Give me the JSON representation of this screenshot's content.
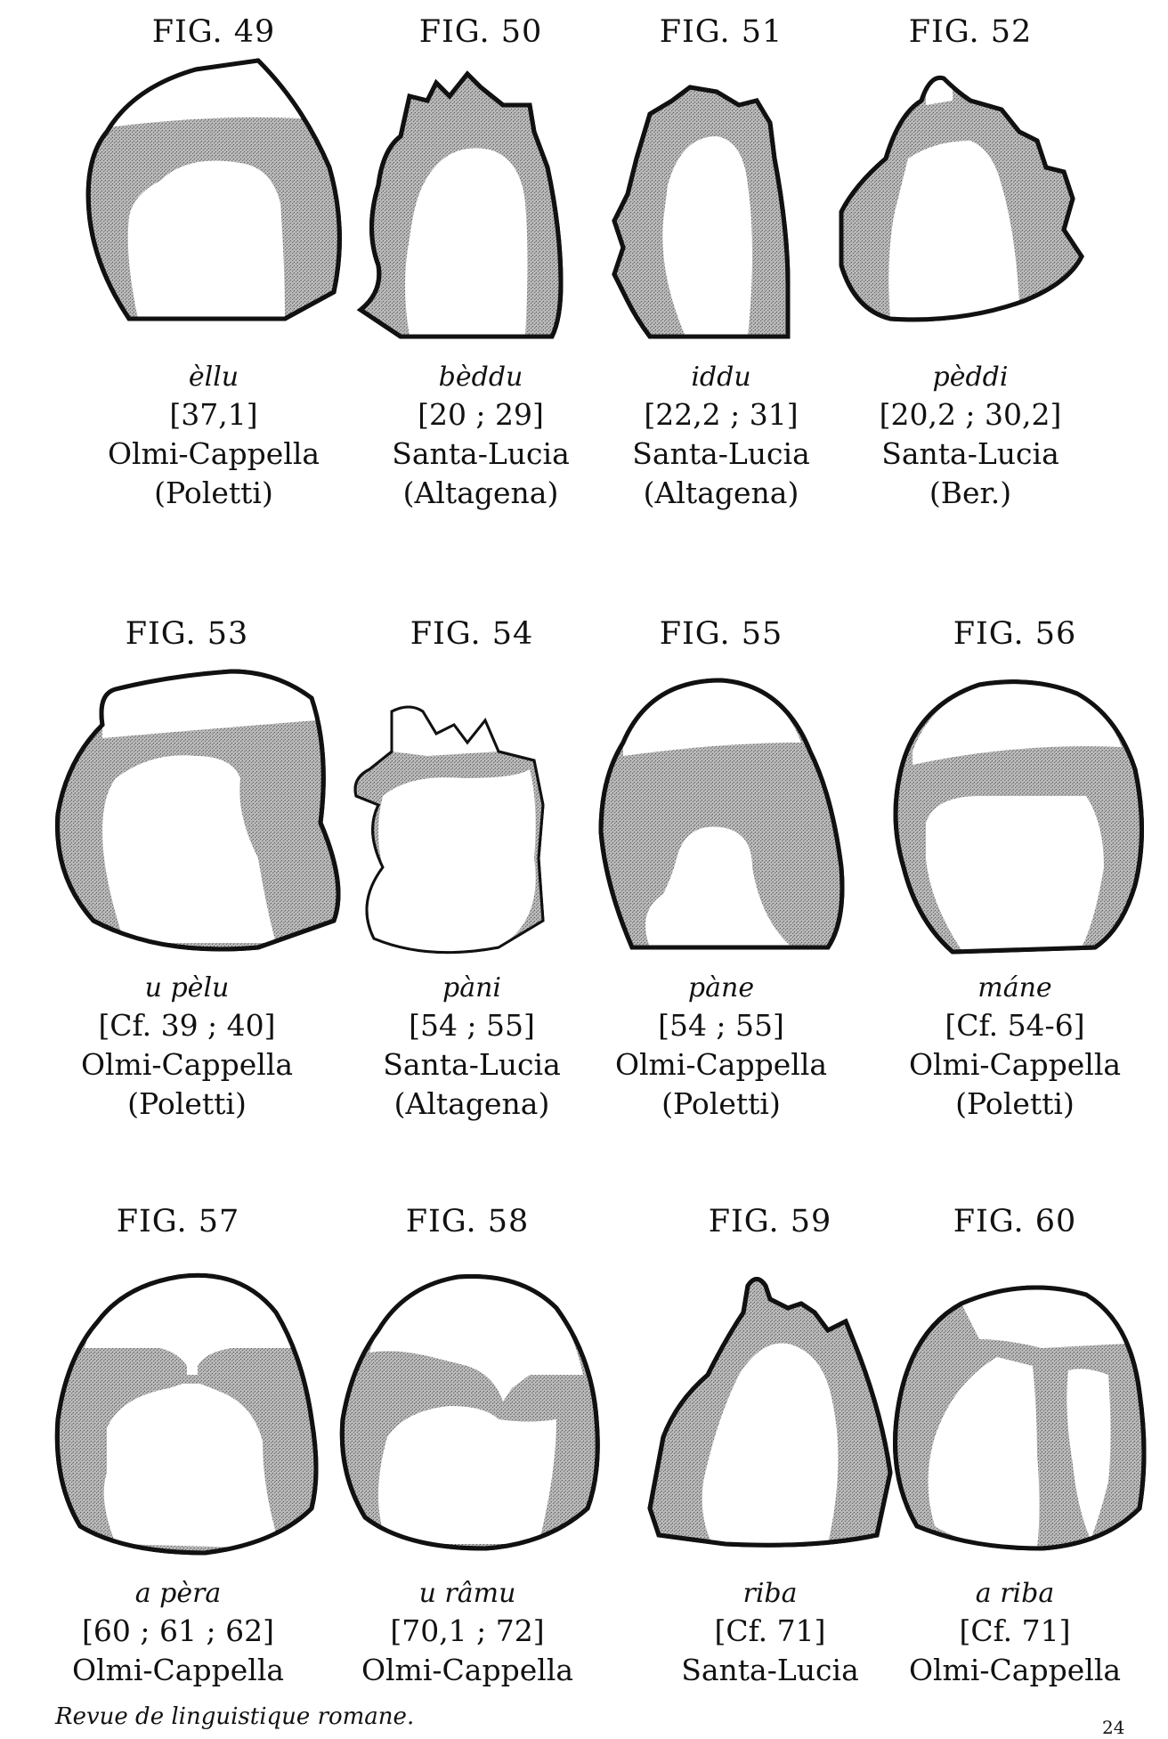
{
  "figures": [
    {
      "title": "FIG. 49",
      "word": "èllu",
      "ref": "[37,1]",
      "place": "Olmi-Cappella",
      "source": "(Poletti)"
    },
    {
      "title": "FIG. 50",
      "word": "bèddu",
      "ref": "[20 ; 29]",
      "place": "Santa-Lucia",
      "source": "(Altagena)"
    },
    {
      "title": "FIG. 51",
      "word": "iddu",
      "ref": "[22,2 ; 31]",
      "place": "Santa-Lucia",
      "source": "(Altagena)"
    },
    {
      "title": "FIG. 52",
      "word": "pèddi",
      "ref": "[20,2 ; 30,2]",
      "place": "Santa-Lucia",
      "source": "(Ber.)"
    },
    {
      "title": "FIG. 53",
      "word": "u pèlu",
      "ref": "[Cf. 39 ; 40]",
      "place": "Olmi-Cappella",
      "source": "(Poletti)"
    },
    {
      "title": "FIG. 54",
      "word": "pàni",
      "ref": "[54 ; 55]",
      "place": "Santa-Lucia",
      "source": "(Altagena)"
    },
    {
      "title": "FIG. 55",
      "word": "pàne",
      "ref": "[54 ; 55]",
      "place": "Olmi-Cappella",
      "source": "(Poletti)"
    },
    {
      "title": "FIG. 56",
      "word": "máne",
      "ref": "[Cf. 54-6]",
      "place": "Olmi-Cappella",
      "source": "(Poletti)"
    },
    {
      "title": "FIG. 57",
      "word": "a pèra",
      "ref": "[60 ; 61 ; 62]",
      "place": "Olmi-Cappella",
      "source": ""
    },
    {
      "title": "FIG. 58",
      "word": "u râmu",
      "ref": "[70,1 ; 72]",
      "place": "Olmi-Cappella",
      "source": ""
    },
    {
      "title": "FIG. 59",
      "word": "riba",
      "ref": "[Cf. 71]",
      "place": "Santa-Lucia",
      "source": ""
    },
    {
      "title": "FIG. 60",
      "word": "a riba",
      "ref": "[Cf. 71]",
      "place": "Olmi-Cappella",
      "source": ""
    }
  ],
  "footer": "Revue de linguistique romane.",
  "page_number": "24",
  "colors": {
    "ink": "#111111",
    "shade": "#8a8a8a"
  }
}
